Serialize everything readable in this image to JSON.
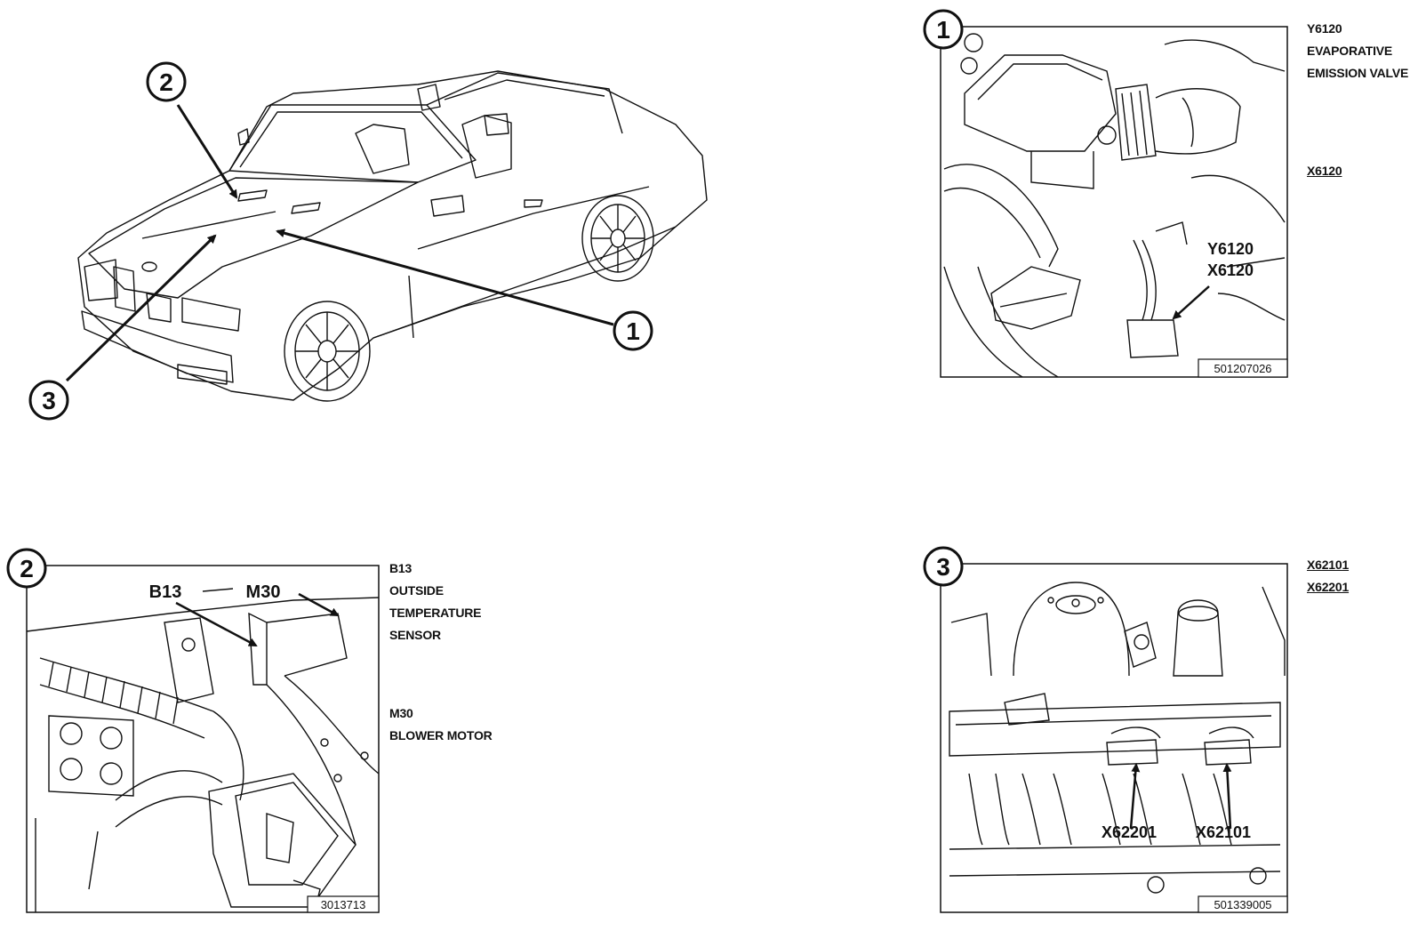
{
  "overview": {
    "callouts": [
      "1",
      "2",
      "3"
    ]
  },
  "view1": {
    "number": "1",
    "labels": [
      "Y6120",
      "X6120"
    ],
    "image_id": "501207026",
    "legend": {
      "code": "Y6120",
      "name_line1": "EVAPORATIVE",
      "name_line2": "EMISSION VALVE",
      "connector": "X6120"
    }
  },
  "view2": {
    "number": "2",
    "labels": [
      "B13",
      "M30"
    ],
    "image_id": "3013713",
    "legend": {
      "code1": "B13",
      "name1_line1": "OUTSIDE",
      "name1_line2": "TEMPERATURE",
      "name1_line3": "SENSOR",
      "code2": "M30",
      "name2_line1": "BLOWER MOTOR"
    }
  },
  "view3": {
    "number": "3",
    "labels": [
      "X62201",
      "X62101"
    ],
    "image_id": "501339005",
    "legend": {
      "connector1": "X62101",
      "connector2": "X62201"
    }
  }
}
